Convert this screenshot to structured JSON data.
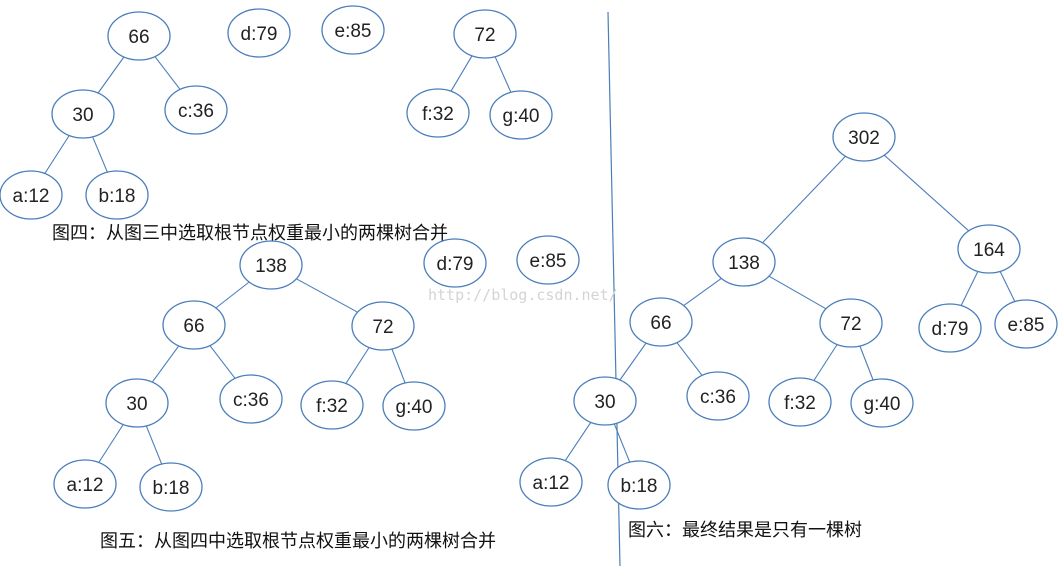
{
  "colors": {
    "stroke": "#4a7ebb",
    "text": "#222222",
    "watermark": "#d4d4d4"
  },
  "watermark": "http://blog.csdn.net/",
  "figures": [
    {
      "id": "fig4",
      "caption": "图四：从图三中选取根节点权重最小的两棵树合并",
      "nodes": [
        {
          "id": "n66",
          "label": "66"
        },
        {
          "id": "n30",
          "label": "30"
        },
        {
          "id": "c36",
          "label": "c:36"
        },
        {
          "id": "a12",
          "label": "a:12"
        },
        {
          "id": "b18",
          "label": "b:18"
        },
        {
          "id": "d79",
          "label": "d:79"
        },
        {
          "id": "e85",
          "label": "e:85"
        },
        {
          "id": "n72",
          "label": "72"
        },
        {
          "id": "f32",
          "label": "f:32"
        },
        {
          "id": "g40",
          "label": "g:40"
        }
      ],
      "edges": [
        [
          "n66",
          "n30"
        ],
        [
          "n66",
          "c36"
        ],
        [
          "n30",
          "a12"
        ],
        [
          "n30",
          "b18"
        ],
        [
          "n72",
          "f32"
        ],
        [
          "n72",
          "g40"
        ]
      ]
    },
    {
      "id": "fig5",
      "caption": "图五：从图四中选取根节点权重最小的两棵树合并",
      "nodes": [
        {
          "id": "n138",
          "label": "138"
        },
        {
          "id": "n66",
          "label": "66"
        },
        {
          "id": "n72",
          "label": "72"
        },
        {
          "id": "n30",
          "label": "30"
        },
        {
          "id": "c36",
          "label": "c:36"
        },
        {
          "id": "f32",
          "label": "f:32"
        },
        {
          "id": "g40",
          "label": "g:40"
        },
        {
          "id": "a12",
          "label": "a:12"
        },
        {
          "id": "b18",
          "label": "b:18"
        },
        {
          "id": "d79",
          "label": "d:79"
        },
        {
          "id": "e85",
          "label": "e:85"
        }
      ],
      "edges": [
        [
          "n138",
          "n66"
        ],
        [
          "n138",
          "n72"
        ],
        [
          "n66",
          "n30"
        ],
        [
          "n66",
          "c36"
        ],
        [
          "n72",
          "f32"
        ],
        [
          "n72",
          "g40"
        ],
        [
          "n30",
          "a12"
        ],
        [
          "n30",
          "b18"
        ]
      ]
    },
    {
      "id": "fig6",
      "caption": "图六：最终结果是只有一棵树",
      "nodes": [
        {
          "id": "n302",
          "label": "302"
        },
        {
          "id": "n138",
          "label": "138"
        },
        {
          "id": "n164",
          "label": "164"
        },
        {
          "id": "n66",
          "label": "66"
        },
        {
          "id": "n72",
          "label": "72"
        },
        {
          "id": "d79",
          "label": "d:79"
        },
        {
          "id": "e85",
          "label": "e:85"
        },
        {
          "id": "n30",
          "label": "30"
        },
        {
          "id": "c36",
          "label": "c:36"
        },
        {
          "id": "f32",
          "label": "f:32"
        },
        {
          "id": "g40",
          "label": "g:40"
        },
        {
          "id": "a12",
          "label": "a:12"
        },
        {
          "id": "b18",
          "label": "b:18"
        }
      ],
      "edges": [
        [
          "n302",
          "n138"
        ],
        [
          "n302",
          "n164"
        ],
        [
          "n138",
          "n66"
        ],
        [
          "n138",
          "n72"
        ],
        [
          "n164",
          "d79"
        ],
        [
          "n164",
          "e85"
        ],
        [
          "n66",
          "n30"
        ],
        [
          "n66",
          "c36"
        ],
        [
          "n72",
          "f32"
        ],
        [
          "n72",
          "g40"
        ],
        [
          "n30",
          "a12"
        ],
        [
          "n30",
          "b18"
        ]
      ]
    }
  ]
}
